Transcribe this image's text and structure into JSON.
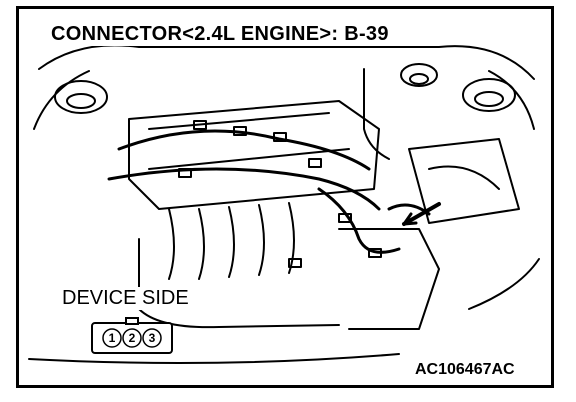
{
  "title": "CONNECTOR<2.4L ENGINE>: B-39",
  "device_label": "DEVICE SIDE",
  "connector_pins": [
    "1",
    "2",
    "3"
  ],
  "figure_code": "AC106467AC"
}
